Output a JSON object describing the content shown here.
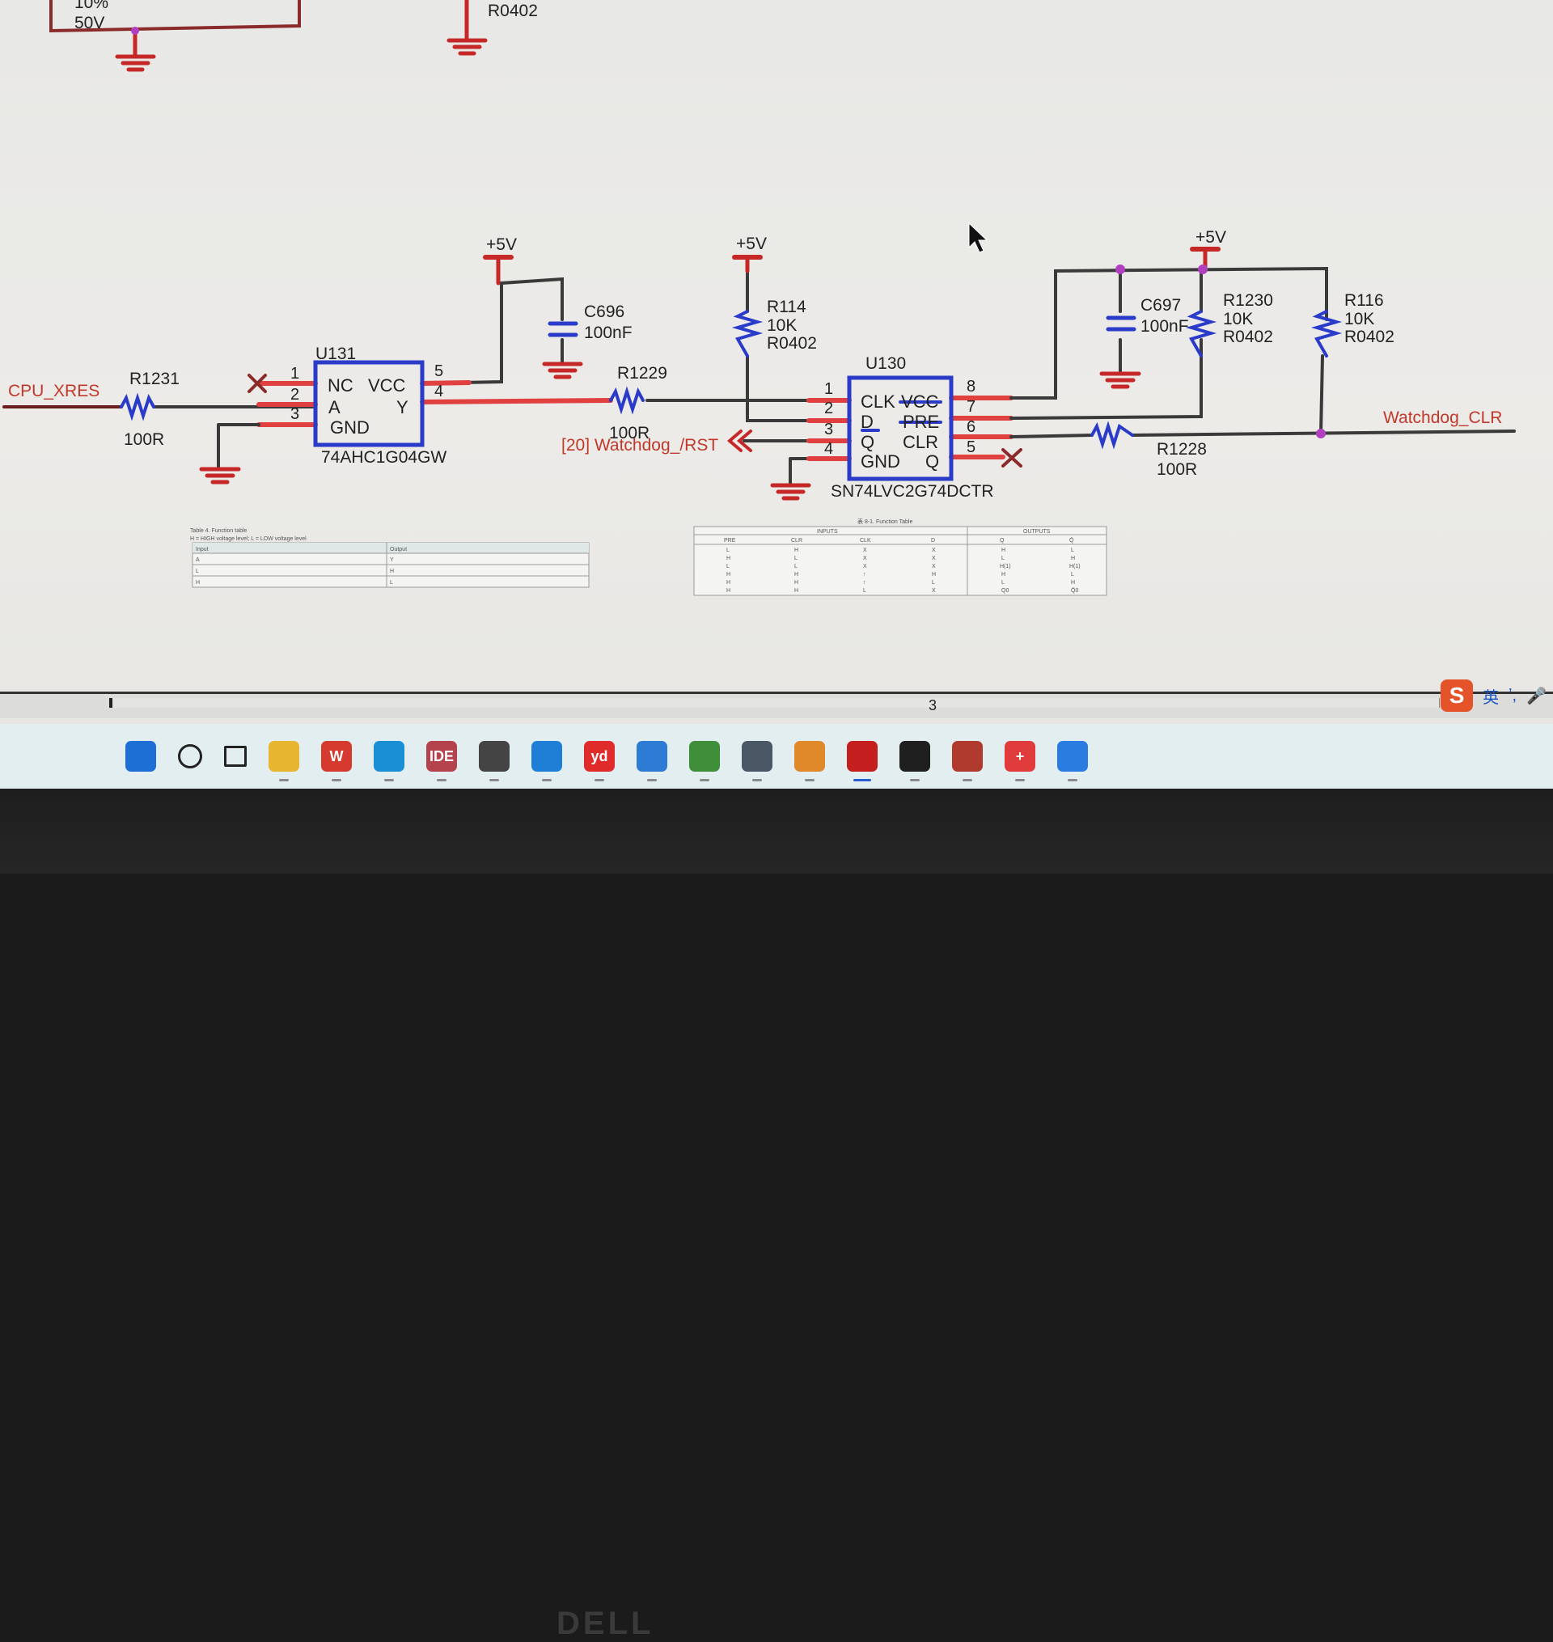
{
  "schematic": {
    "top": {
      "cap_tol": "10%",
      "cap_volt": "50V",
      "res_pkg": "R0402"
    },
    "supplies": [
      "+5V",
      "+5V",
      "+5V"
    ],
    "nets": {
      "cpu_xres": "CPU_XRES",
      "watchdog_rst": "[20] Watchdog_/RST",
      "watchdog_clr": "Watchdog_CLR"
    },
    "r1231": {
      "ref": "R1231",
      "value": "100R"
    },
    "r1229": {
      "ref": "R1229",
      "value": "100R"
    },
    "r114": {
      "ref": "R114",
      "value": "10K",
      "pkg": "R0402"
    },
    "r1230": {
      "ref": "R1230",
      "value": "10K",
      "pkg": "R0402"
    },
    "r116": {
      "ref": "R116",
      "value": "10K",
      "pkg": "R0402"
    },
    "r1228": {
      "ref": "R1228",
      "value": "100R"
    },
    "c696": {
      "ref": "C696",
      "value": "100nF"
    },
    "c697": {
      "ref": "C697",
      "value": "100nF"
    },
    "u131": {
      "ref": "U131",
      "part": "74AHC1G04GW",
      "pin_labels": [
        "NC",
        "VCC",
        "A",
        "Y",
        "GND"
      ],
      "pin_numbers": [
        "1",
        "2",
        "3",
        "5",
        "4"
      ]
    },
    "u130": {
      "ref": "U130",
      "part": "SN74LVC2G74DCTR",
      "pin_labels": [
        "CLK",
        "VCC",
        "D",
        "PRE",
        "Q",
        "CLR",
        "GND",
        "Q"
      ],
      "pin_numbers": [
        "1",
        "2",
        "3",
        "4",
        "8",
        "7",
        "6",
        "5"
      ]
    },
    "table1": {
      "title": "Table 4.    Function table",
      "subtitle": "H = HIGH voltage level; L = LOW voltage level",
      "headers": [
        "Input",
        "Output"
      ],
      "rows": [
        [
          "A",
          "Y"
        ],
        [
          "L",
          "H"
        ],
        [
          "H",
          "L"
        ]
      ]
    },
    "table2": {
      "title": "表 8-1. Function Table",
      "group_inputs": "INPUTS",
      "group_outputs": "OUTPUTS",
      "headers": [
        "PRE",
        "CLR",
        "CLK",
        "D",
        "Q",
        "Q̄"
      ],
      "rows": [
        [
          "L",
          "H",
          "X",
          "X",
          "H",
          "L"
        ],
        [
          "H",
          "L",
          "X",
          "X",
          "L",
          "H"
        ],
        [
          "L",
          "L",
          "X",
          "X",
          "H(1)",
          "H(1)"
        ],
        [
          "H",
          "H",
          "↑",
          "H",
          "H",
          "L"
        ],
        [
          "H",
          "H",
          "↑",
          "L",
          "L",
          "H"
        ],
        [
          "H",
          "H",
          "L",
          "X",
          "Q0",
          "Q̄0"
        ]
      ]
    }
  },
  "scrollbar": {
    "page": "3"
  },
  "tray": {
    "ime_logo": "S",
    "ime_lang": "英",
    "ime_punct": "ʼ,",
    "mic_icon": "microphone-icon"
  },
  "taskbar": {
    "items": [
      {
        "name": "start-icon",
        "label": "",
        "color": "#1d6fd6"
      },
      {
        "name": "search-icon",
        "label": "",
        "color": "#222222"
      },
      {
        "name": "task-view-icon",
        "label": "",
        "color": "#222222"
      },
      {
        "name": "file-explorer-icon",
        "label": "",
        "color": "#e8b530"
      },
      {
        "name": "wps-icon",
        "label": "W",
        "color": "#d63a2e"
      },
      {
        "name": "edge-icon",
        "label": "",
        "color": "#1a8fd6"
      },
      {
        "name": "ide-icon",
        "label": "IDE",
        "color": "#b5434e"
      },
      {
        "name": "chrome-icon",
        "label": "",
        "color": "#444444"
      },
      {
        "name": "vscode-icon",
        "label": "",
        "color": "#1f7fd6"
      },
      {
        "name": "youdao-icon",
        "label": "yd",
        "color": "#e02b2b"
      },
      {
        "name": "notepad-icon",
        "label": "",
        "color": "#2e7bd3"
      },
      {
        "name": "image-viewer-icon",
        "label": "",
        "color": "#3f8f3a"
      },
      {
        "name": "calculator-icon",
        "label": "",
        "color": "#4a5866"
      },
      {
        "name": "everything-search-icon",
        "label": "",
        "color": "#e0892a"
      },
      {
        "name": "acrobat-icon",
        "label": "",
        "color": "#c41e1e"
      },
      {
        "name": "terminal-icon",
        "label": "",
        "color": "#1f1f1f"
      },
      {
        "name": "app-3d-icon",
        "label": "",
        "color": "#b03a2e"
      },
      {
        "name": "add-app-icon",
        "label": "+",
        "color": "#e03c3c"
      },
      {
        "name": "arrow-app-icon",
        "label": "",
        "color": "#2a7ce0"
      }
    ],
    "active_index": 14
  },
  "monitor": {
    "brand": "DELL"
  }
}
